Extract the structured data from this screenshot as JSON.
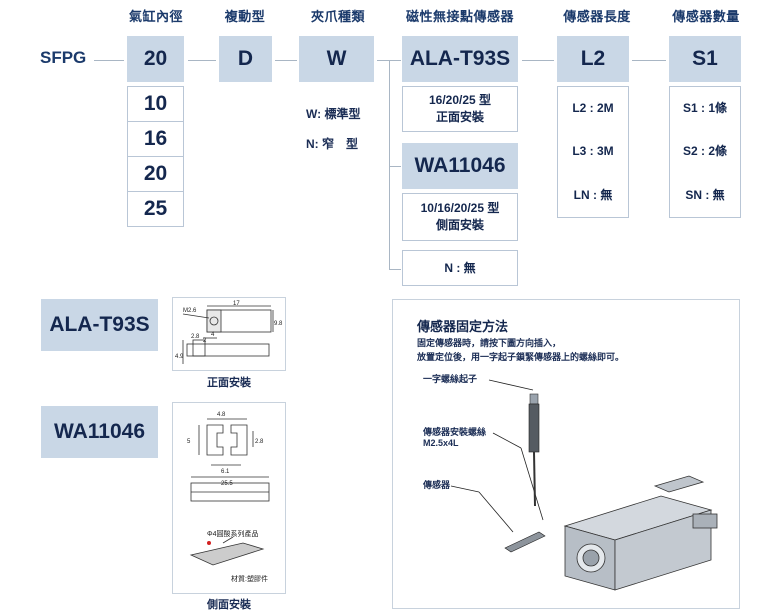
{
  "headers": [
    "氣缸內徑",
    "複動型",
    "夾爪種類",
    "磁性無接點傳感器",
    "傳感器長度",
    "傳感器數量"
  ],
  "model_prefix": "SFPG",
  "bore": {
    "selected": "20",
    "options": [
      "10",
      "16",
      "20",
      "25"
    ]
  },
  "action": {
    "selected": "D"
  },
  "jaw": {
    "selected": "W",
    "options": [
      "W: 標準型",
      "N: 窄　型"
    ]
  },
  "sensor": {
    "selected": "ALA-T93S",
    "front_desc": [
      "16/20/25 型",
      "正面安裝"
    ],
    "alt_code": "WA11046",
    "side_desc": [
      "10/16/20/25 型",
      "側面安裝"
    ],
    "none": "N : 無"
  },
  "length": {
    "selected": "L2",
    "options": [
      "L2 : 2M",
      "L3 : 3M",
      "LN : 無"
    ]
  },
  "count": {
    "selected": "S1",
    "options": [
      "S1 : 1條",
      "S2 : 2條",
      "SN : 無"
    ]
  },
  "sensor_labels": {
    "front_code": "ALA-T93S",
    "side_code": "WA11046"
  },
  "front_drawing": {
    "caption": "正面安裝",
    "dims": [
      "M2.6",
      "17",
      "9.8",
      "2.8",
      "4",
      "2",
      "4.9"
    ]
  },
  "side_drawing": {
    "caption": "側面安裝",
    "dims": [
      "4.8",
      "5",
      "2.8",
      "6.1",
      "25.5"
    ],
    "note1": "Φ4圓酸系列產品",
    "note2": "材質:塑膠件"
  },
  "mount_method": {
    "title": "傳感器固定方法",
    "desc": [
      "固定傳感器時，請按下圖方向插入，",
      "放置定位後，用一字起子鎖緊傳感器上的螺絲即可。"
    ],
    "callouts": [
      "一字螺絲起子",
      "傳感器安裝螺絲",
      "M2.5x4L",
      "傳感器"
    ]
  }
}
